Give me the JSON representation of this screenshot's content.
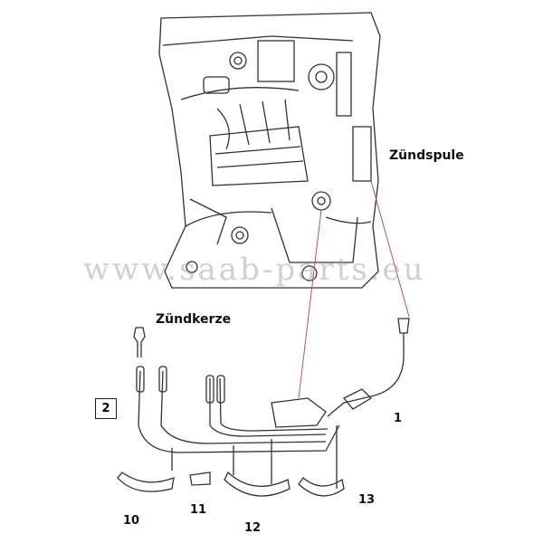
{
  "labels": {
    "ignition_coil": "Zündspule",
    "spark_plug": "Zündkerze"
  },
  "part_numbers": {
    "boxed": "2",
    "p1": "1",
    "p10": "10",
    "p11": "11",
    "p12": "12",
    "p13": "13"
  },
  "watermark": "www.saab-parts.eu",
  "colors": {
    "leader_line": "#b0508a",
    "ink": "#333333"
  }
}
